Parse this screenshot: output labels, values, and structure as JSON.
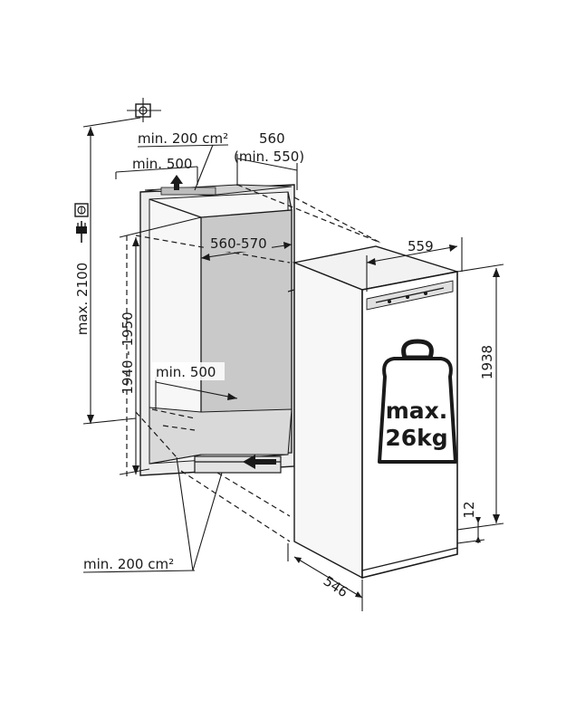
{
  "labels": {
    "vent_top": "min. 200 cm²",
    "depth_top": "min. 500",
    "width_nominal": "560",
    "width_min": "(min. 550)",
    "niche_width": "560-570",
    "total_height": "max. 2100",
    "niche_height": "1940 - 1950",
    "depth_bottom": "min. 500",
    "vent_bottom": "min. 200 cm²",
    "appliance_width": "559",
    "appliance_height": "1938",
    "plinth": "12",
    "appliance_depth": "546",
    "weight_line1": "max.",
    "weight_line2": "26kg"
  },
  "icons": [
    "water-connection-icon",
    "power-socket-icon",
    "power-plug-icon",
    "weight-icon"
  ]
}
